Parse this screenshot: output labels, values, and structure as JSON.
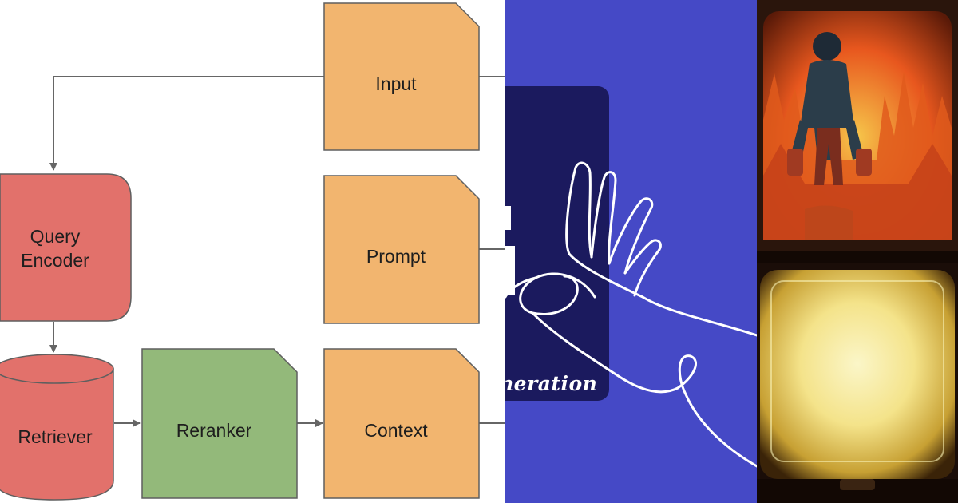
{
  "diagram": {
    "nodes": {
      "input": "Input",
      "query_encoder": "Query\nEncoder",
      "prompt": "Prompt",
      "retriever": "Retriever",
      "reranker": "Reranker",
      "context": "Context"
    },
    "colors": {
      "document_fill": "#f2b56f",
      "encoder_fill": "#e2716b",
      "reranker_fill": "#93b97a",
      "arrow": "#666666"
    }
  },
  "illustration": {
    "card_text": "neration",
    "colors": {
      "background": "#4549c6",
      "card": "#1b1a5e",
      "line": "#ffffff"
    }
  },
  "artwork": {
    "colors": {
      "fire": "#e8571e",
      "glow": "#f4e38a",
      "frame": "#1a0d08"
    }
  }
}
